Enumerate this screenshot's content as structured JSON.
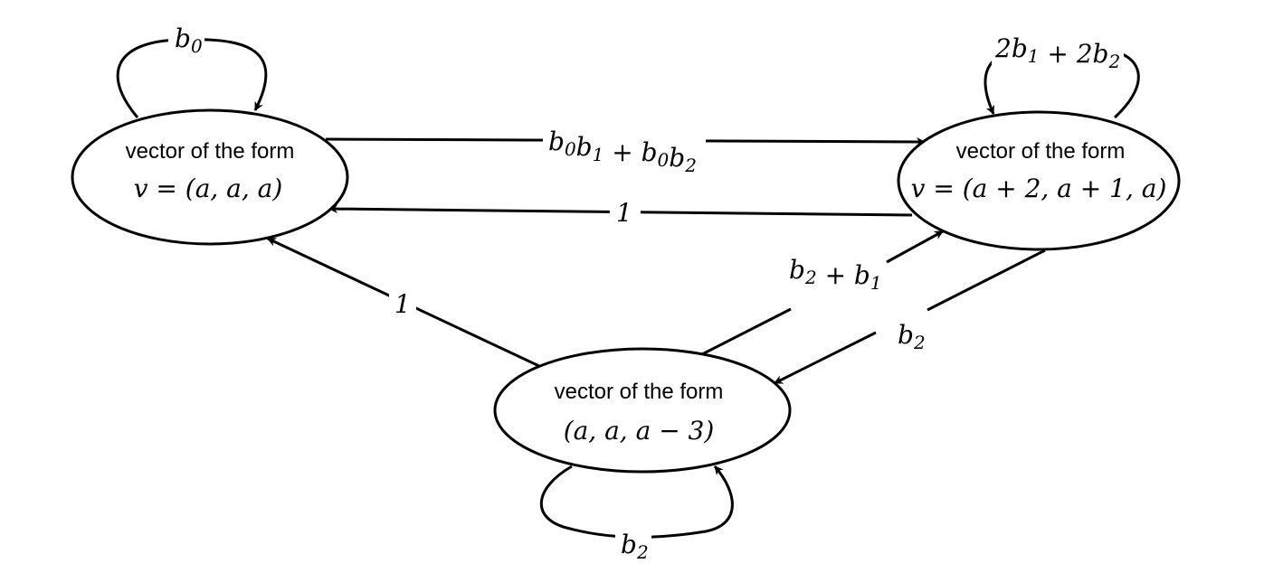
{
  "nodes": {
    "left": {
      "caption": "vector of the form",
      "formula": "v = (a, a, a)"
    },
    "right": {
      "caption": "vector of the form",
      "formula": "v = (a + 2, a + 1, a)"
    },
    "bottom": {
      "caption": "vector of the form",
      "formula": "(a, a, a − 3)"
    }
  },
  "edges": {
    "left_self": {
      "base": "b",
      "sub": "0"
    },
    "right_self": {
      "parts": [
        [
          "2b",
          "1"
        ],
        [
          " + 2b",
          "2"
        ]
      ]
    },
    "left_to_right": {
      "parts": [
        [
          "b",
          "0"
        ],
        [
          "b",
          "1"
        ],
        [
          " + b",
          "0"
        ],
        [
          "b",
          "2"
        ]
      ]
    },
    "right_to_left": {
      "text": "1"
    },
    "bottom_to_left": {
      "text": "1"
    },
    "bottom_to_right": {
      "parts": [
        [
          "b",
          "2"
        ],
        [
          " + b",
          "1"
        ]
      ]
    },
    "right_to_bottom": {
      "parts": [
        [
          "b",
          "2"
        ]
      ]
    },
    "bottom_self": {
      "base": "b",
      "sub": "2"
    }
  }
}
